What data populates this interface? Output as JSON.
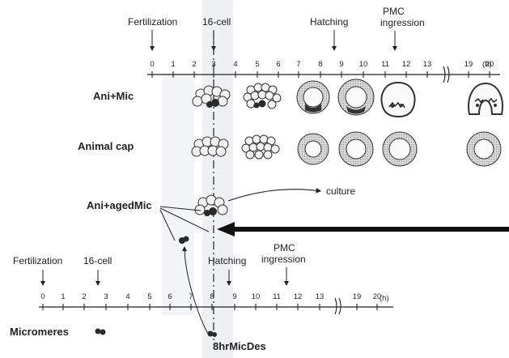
{
  "top_timeline": {
    "ticks": [
      "0",
      "1",
      "2",
      "3",
      "4",
      "5",
      "6",
      "7",
      "8",
      "9",
      "10",
      "11",
      "12",
      "13",
      "19",
      "20"
    ],
    "unit": "(h)",
    "events": [
      "Fertilization",
      "16-cell",
      "Hatching",
      "PMC",
      "ingression"
    ]
  },
  "bottom_timeline": {
    "ticks": [
      "0",
      "1",
      "2",
      "3",
      "4",
      "5",
      "6",
      "7",
      "8",
      "9",
      "10",
      "11",
      "12",
      "13",
      "19",
      "20"
    ],
    "unit": "(h)",
    "events": [
      "Fertilization",
      "16-cell",
      "Hatching",
      "PMC",
      "ingression"
    ]
  },
  "rows": [
    "Ani+Mic",
    "Animal cap",
    "Ani+agedMic",
    "Micromeres"
  ],
  "annotations": {
    "culture": "culture",
    "eight_hr_micdes": "8hrMicDes"
  }
}
